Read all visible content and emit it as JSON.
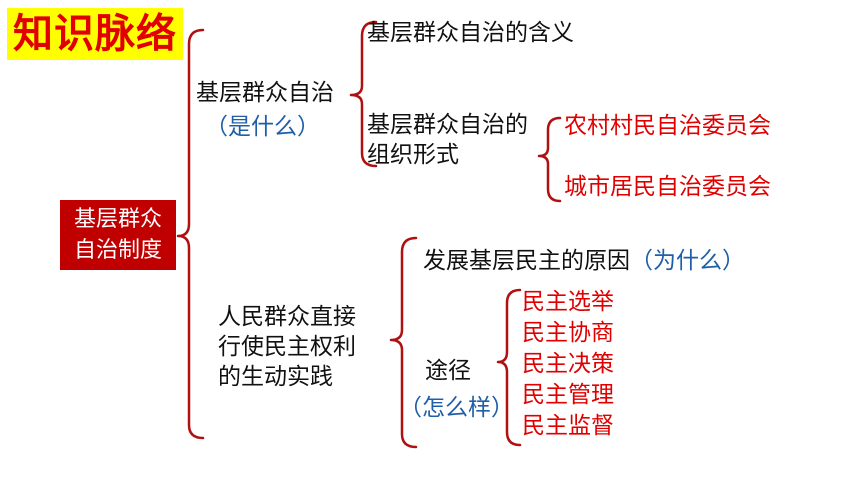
{
  "title": "知识脉络",
  "root": {
    "line1": "基层群众",
    "line2": "自治制度"
  },
  "branch1": {
    "label": "基层群众自治",
    "sub": "（是什么）",
    "meaning": "基层群众自治的含义",
    "forms_line1": "基层群众自治的",
    "forms_line2": "组织形式",
    "forms": [
      "农村村民自治委员会",
      "城市居民自治委员会"
    ]
  },
  "branch2": {
    "line1": "人民群众直接",
    "line2": "行使民主权利",
    "line3": "的生动实践",
    "reason": "发展基层民主的原因",
    "reason_sub": "（为什么）",
    "path": "途径",
    "path_sub": "（怎么样）",
    "paths": [
      "民主选举",
      "民主协商",
      "民主决策",
      "民主管理",
      "民主监督"
    ]
  },
  "colors": {
    "title_bg": "#ffff00",
    "title_fg": "#e00000",
    "root_bg": "#c00000",
    "accent_red": "#e00000",
    "accent_blue": "#1f5fa8"
  }
}
